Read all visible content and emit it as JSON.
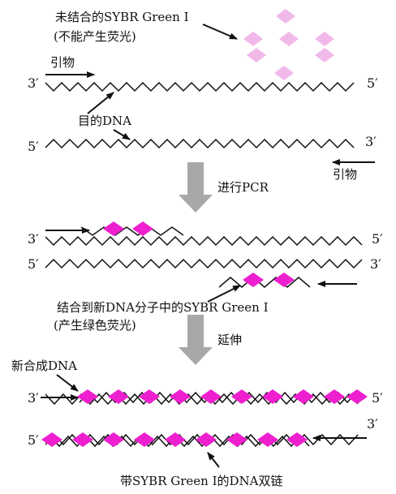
{
  "colors": {
    "dye_free": "#f1b8ea",
    "dye_bound": "#ee1fcf",
    "process_arrow": "#a8a8a8",
    "strand": "#111111"
  },
  "labels": {
    "unbound_dye_line1": "未结合的SYBR Green Ⅰ",
    "unbound_dye_line2": "(不能产生荧光)",
    "primer": "引物",
    "target_dna": "目的DNA",
    "step_pcr": "进行PCR",
    "bound_dye_line1": "结合到新DNA分子中的SYBR Green Ⅰ",
    "bound_dye_line2": "(产生绿色荧光)",
    "step_extend": "延伸",
    "new_dna": "新合成DNA",
    "dsdna_with_dye": "带SYBR Green Ⅰ的DNA双链"
  },
  "strand_ends": {
    "three_prime": "3′",
    "five_prime": "5′"
  }
}
